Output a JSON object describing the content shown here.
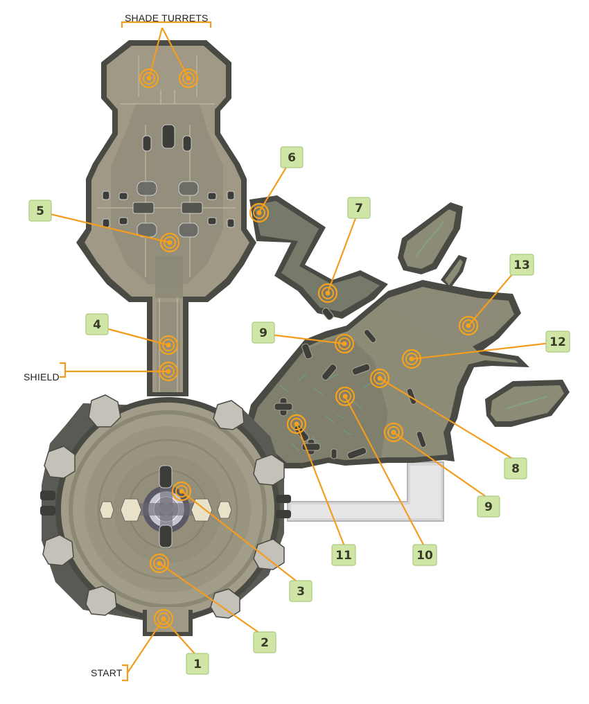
{
  "labels": {
    "shade_turrets": "SHADE TURRETS",
    "shield": "SHIELD",
    "start": "START"
  },
  "markers": [
    {
      "num": "1"
    },
    {
      "num": "2"
    },
    {
      "num": "3"
    },
    {
      "num": "4"
    },
    {
      "num": "5"
    },
    {
      "num": "6"
    },
    {
      "num": "7"
    },
    {
      "num": "8"
    },
    {
      "num": "9"
    },
    {
      "num": "9"
    },
    {
      "num": "10"
    },
    {
      "num": "11"
    },
    {
      "num": "12"
    },
    {
      "num": "13"
    }
  ],
  "colors": {
    "marker": "#f7a21b",
    "label_box": "#cfe6a6",
    "floor": "#9f9985",
    "wall": "#4a4a44"
  }
}
